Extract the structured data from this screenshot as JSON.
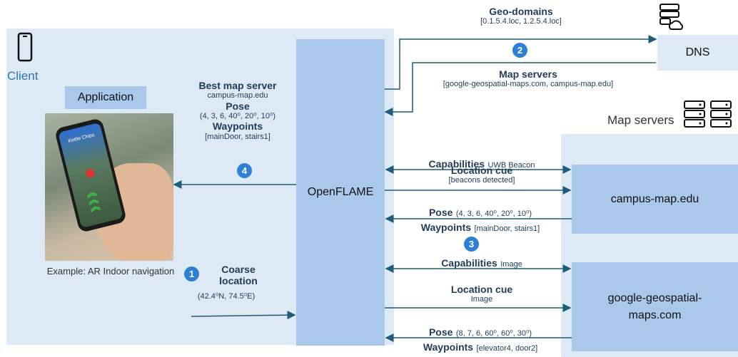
{
  "client": {
    "label": "Client",
    "app_label": "Application",
    "example": "Example: AR Indoor navigation",
    "phone_title": "Kettle Chips"
  },
  "openflame": {
    "label": "OpenFLAME"
  },
  "dns": {
    "label": "DNS"
  },
  "map_servers": {
    "label": "Map servers"
  },
  "campus": {
    "label": "campus-map.edu"
  },
  "google": {
    "label": "google-geospatial-maps.com"
  },
  "geo_domains": {
    "title": "Geo-domains",
    "value": "[0.1.5.4.loc, 1.2.5.4.loc]"
  },
  "map_servers_reply": {
    "title": "Map servers",
    "value": "[google-geospatial-maps.com, campus-map.edu]"
  },
  "best": {
    "title": "Best map server",
    "server": "campus-map.edu",
    "pose_title": "Pose",
    "pose": "(4, 3, 6, 40⁰, 20⁰, 10⁰)",
    "waypoints_title": "Waypoints",
    "waypoints": "[mainDoor, stairs1]"
  },
  "coarse": {
    "title": "Coarse location",
    "value": "(42.4⁰N, 74.5⁰E)"
  },
  "campus_msgs": {
    "cap_title": "Capabilities",
    "cap_value": "UWB Beacon",
    "cue_title": "Location cue",
    "cue_value": "[beacons detected]",
    "pose_title": "Pose",
    "pose": "(4, 3, 6, 40⁰, 20⁰, 10⁰)",
    "wp_title": "Waypoints",
    "wp": "[mainDoor, stairs1]"
  },
  "google_msgs": {
    "cap_title": "Capabilities",
    "cap_value": "Image",
    "cue_title": "Location cue",
    "cue_value": "Image",
    "pose_title": "Pose",
    "pose": "(8, 7, 6, 60⁰, 60⁰, 30⁰)",
    "wp_title": "Waypoints",
    "wp": "[elevator4, door2]"
  },
  "steps": [
    "1",
    "2",
    "3",
    "4"
  ],
  "colors": {
    "panel": "#dde9f5",
    "box": "#a9c8ea",
    "arrow": "#1f5c7a",
    "badge": "#2e7fd6"
  },
  "icons": [
    "phone-icon",
    "server-cloud-icon",
    "server-stack-icon"
  ]
}
